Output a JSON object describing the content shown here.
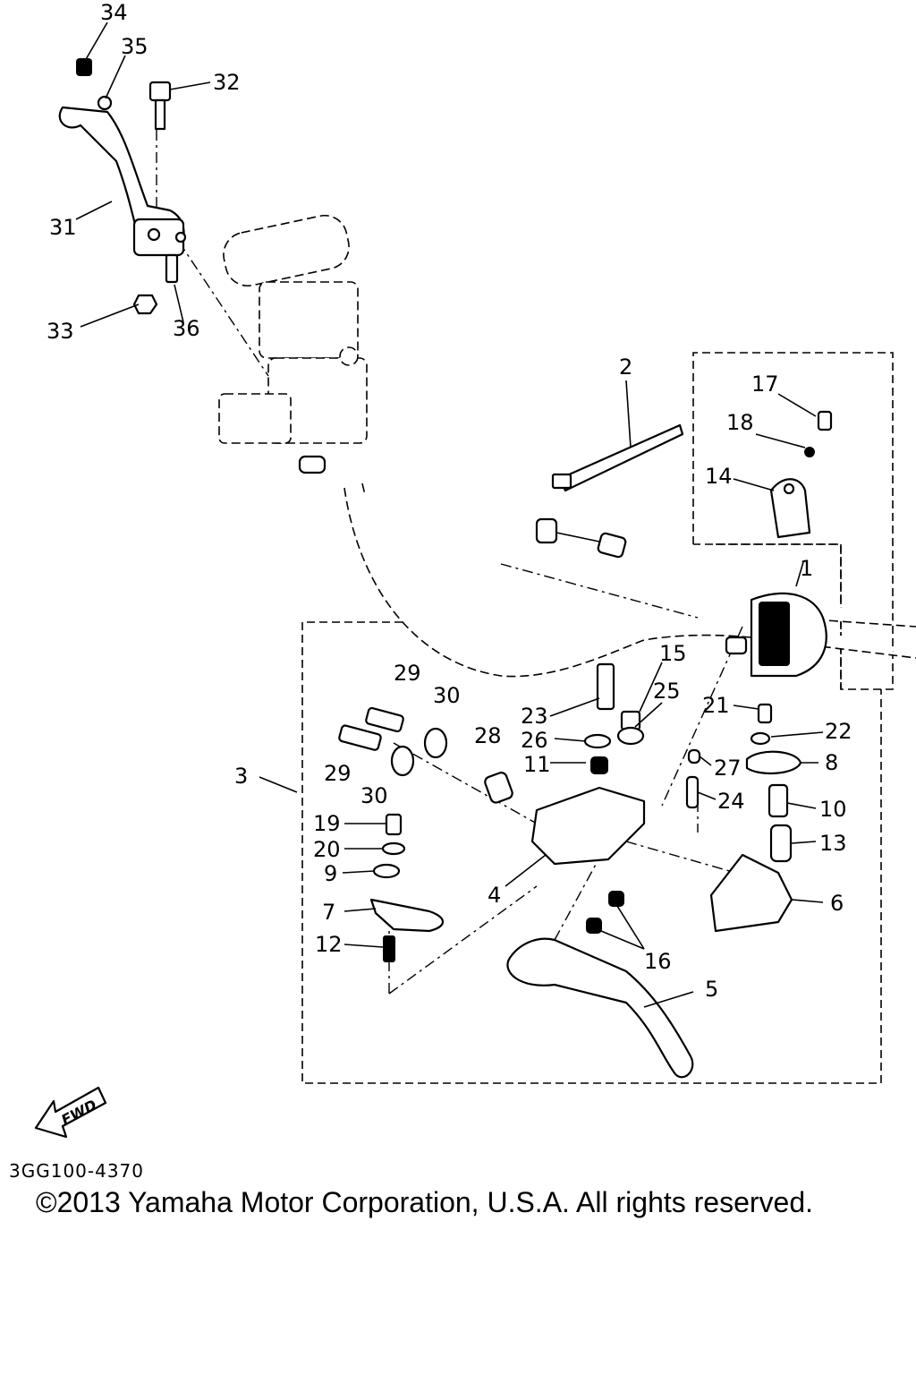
{
  "diagram": {
    "code": "3GG100-4370",
    "copyright": "©2013 Yamaha Motor Corporation, U.S.A. All rights reserved.",
    "fwd_label": "FWD",
    "callouts": [
      "34",
      "35",
      "32",
      "31",
      "33",
      "36",
      "2",
      "17",
      "18",
      "14",
      "1",
      "15",
      "25",
      "29",
      "30",
      "23",
      "26",
      "28",
      "21",
      "22",
      "3",
      "11",
      "27",
      "8",
      "24",
      "10",
      "19",
      "13",
      "20",
      "9",
      "4",
      "6",
      "7",
      "12",
      "16",
      "5"
    ]
  }
}
